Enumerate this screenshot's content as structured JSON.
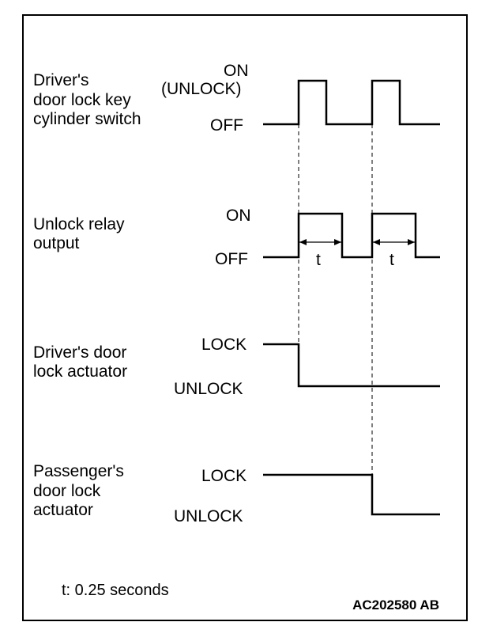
{
  "signals": [
    {
      "name_lines": [
        "Driver's",
        "door lock key",
        "cylinder switch"
      ],
      "high_label": "ON",
      "high_sublabel": "(UNLOCK)",
      "low_label": "OFF"
    },
    {
      "name_lines": [
        "Unlock relay",
        "output"
      ],
      "high_label": "ON",
      "low_label": "OFF"
    },
    {
      "name_lines": [
        "Driver's door",
        "lock actuator"
      ],
      "high_label": "LOCK",
      "low_label": "UNLOCK"
    },
    {
      "name_lines": [
        "Passenger's",
        "door lock",
        "actuator"
      ],
      "high_label": "LOCK",
      "low_label": "UNLOCK"
    }
  ],
  "pulse_width_label": "t",
  "note": "t: 0.25 seconds",
  "figure_code": "AC202580 AB"
}
